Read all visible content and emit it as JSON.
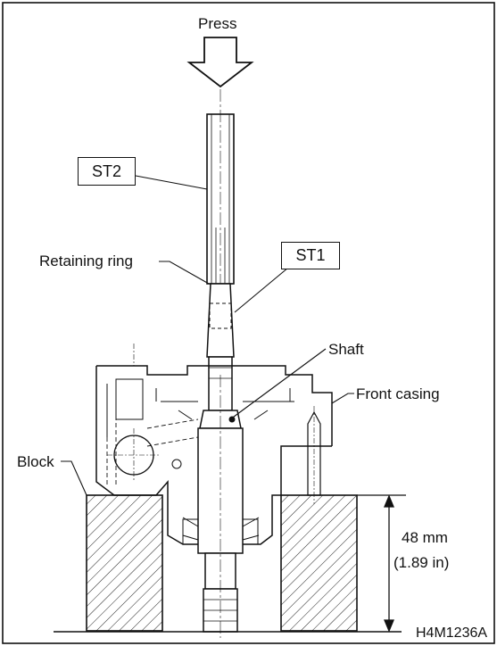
{
  "labels": {
    "press": "Press",
    "st2": "ST2",
    "st1": "ST1",
    "retaining_ring": "Retaining ring",
    "shaft": "Shaft",
    "front_casing": "Front casing",
    "block": "Block",
    "dimension_mm": "48 mm",
    "dimension_in": "(1.89 in)",
    "figure_id": "H4M1236A"
  }
}
